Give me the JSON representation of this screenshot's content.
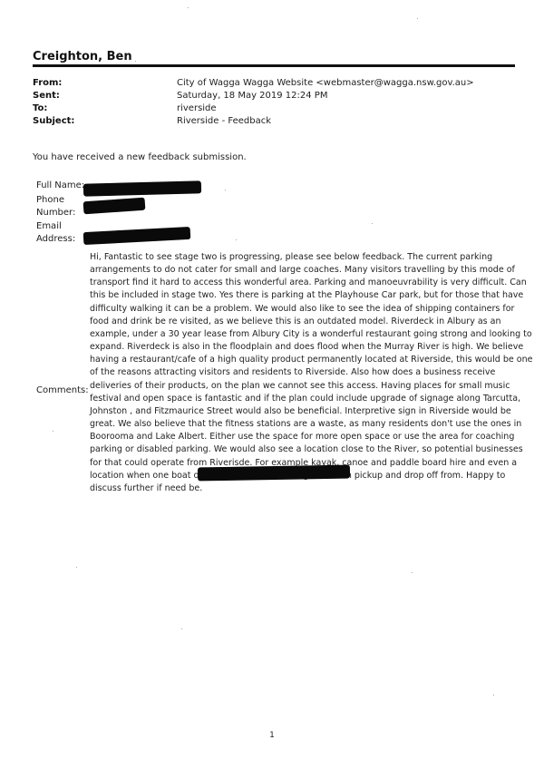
{
  "email": {
    "sender_name": "Creighton, Ben",
    "header": [
      {
        "label": "From:",
        "value": "City of Wagga Wagga Website <webmaster@wagga.nsw.gov.au>"
      },
      {
        "label": "Sent:",
        "value": "Saturday, 18 May 2019 12:24 PM"
      },
      {
        "label": "To:",
        "value": "riverside"
      },
      {
        "label": "Subject:",
        "value": "Riverside - Feedback"
      }
    ],
    "intro": "You have received a new feedback submission.",
    "fields": {
      "full_name_label": "Full Name:",
      "phone_label": "Phone\nNumber:",
      "email_label": "Email\nAddress:",
      "comments_label": "Comments:"
    },
    "comments_lines": [
      "Hi, Fantastic to see stage two is progressing, please see below feedback. The current parking",
      "arrangements to do not cater for small and large coaches. Many visitors travelling by this mode of",
      "transport find it hard to access this wonderful area. Parking and manoeuvrability is very difficult. Can",
      "this be included in stage two. Yes there is parking at the Playhouse Car park, but for those that have",
      "difficulty walking it can be a problem. We would also like to see the idea of shipping containers for",
      "food and drink be re visited, as we believe this is an outdated model. Riverdeck in Albury as an",
      "example, under a 30 year lease from Albury City is a wonderful restaurant going strong and looking to",
      "expand. Riverdeck is also in the floodplain and does flood when the Murray River is high. We believe",
      "having a restaurant/cafe of a high quality product permanently located at Riverside, this would be one",
      "of the reasons attracting visitors and residents to Riverside. Also how does a business receive",
      "deliveries of their products, on the plan we cannot see this access. Having places for small music",
      "festival and open space is fantastic and if the plan could include upgrade of signage along Tarcutta,",
      "Johnston , and Fitzmaurice Street would also be beneficial. Interpretive sign in Riverside would be",
      "great. We also believe that the fitness stations are a waste, as many residents don't use the ones in",
      "Boorooma and Lake Albert. Either use the space for more open space or use the area for coaching",
      "parking or disabled parking. We would also see a location close to the River, so potential businesses",
      "for that could operate from Riverisde. For example kayak, canoe and paddle board hire and even a",
      "location when one boat offering river tours, fishing tours can pickup and drop off from. Happy to",
      "discuss further if need be."
    ]
  },
  "page_number": "1"
}
